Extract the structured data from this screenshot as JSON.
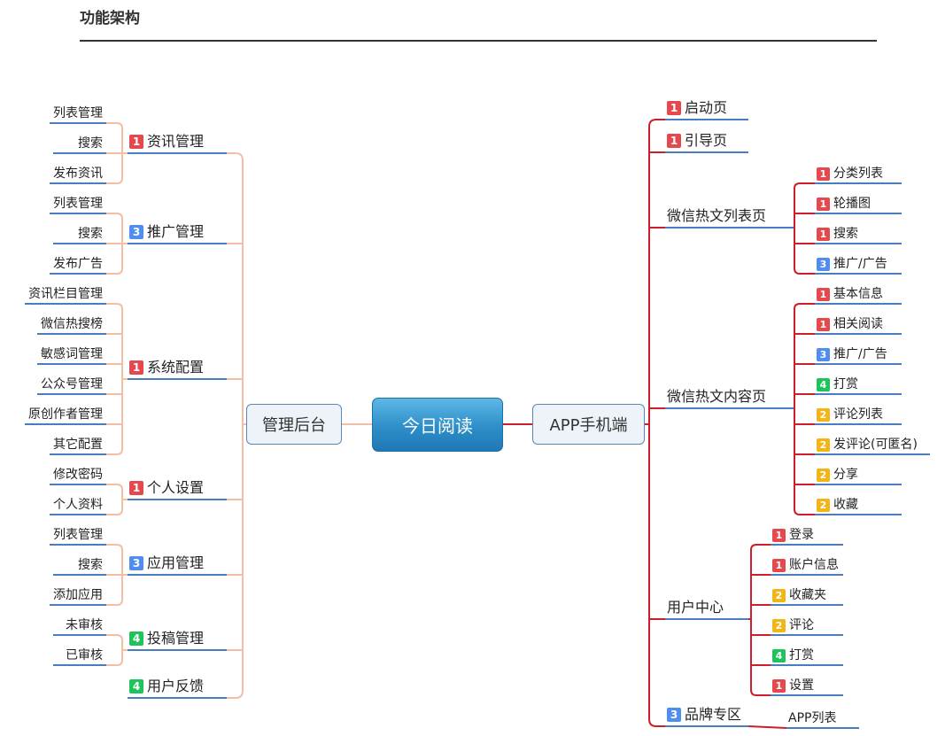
{
  "title": "功能架构",
  "colors": {
    "p1": "#e5484d",
    "p2": "#f2b516",
    "p3": "#4f8ef0",
    "p4": "#1ec45a",
    "left_line": "#f2bfa6",
    "right_line": "#cc1f2a",
    "underline": "#4a7dbf"
  },
  "center": "今日阅读",
  "left": {
    "label": "管理后台",
    "categories": [
      {
        "label": "资讯管理",
        "priority": "1",
        "items": [
          "列表管理",
          "搜索",
          "发布资讯"
        ]
      },
      {
        "label": "推广管理",
        "priority": "3",
        "items": [
          "列表管理",
          "搜索",
          "发布广告"
        ]
      },
      {
        "label": "系统配置",
        "priority": "1",
        "items": [
          "资讯栏目管理",
          "微信热搜榜",
          "敏感词管理",
          "公众号管理",
          "原创作者管理",
          "其它配置"
        ]
      },
      {
        "label": "个人设置",
        "priority": "1",
        "items": [
          "修改密码",
          "个人资料"
        ]
      },
      {
        "label": "应用管理",
        "priority": "3",
        "items": [
          "列表管理",
          "搜索",
          "添加应用"
        ]
      },
      {
        "label": "投稿管理",
        "priority": "4",
        "items": [
          "未审核",
          "已审核"
        ]
      },
      {
        "label": "用户反馈",
        "priority": "4",
        "items": []
      }
    ]
  },
  "right": {
    "label": "APP手机端",
    "categories": [
      {
        "label": "启动页",
        "priority": "1",
        "items": []
      },
      {
        "label": "引导页",
        "priority": "1",
        "items": []
      },
      {
        "label": "微信热文列表页",
        "priority": "",
        "items": [
          {
            "label": "分类列表",
            "priority": "1"
          },
          {
            "label": "轮播图",
            "priority": "1"
          },
          {
            "label": "搜索",
            "priority": "1"
          },
          {
            "label": "推广/广告",
            "priority": "3"
          }
        ]
      },
      {
        "label": "微信热文内容页",
        "priority": "",
        "items": [
          {
            "label": "基本信息",
            "priority": "1"
          },
          {
            "label": "相关阅读",
            "priority": "1"
          },
          {
            "label": "推广/广告",
            "priority": "3"
          },
          {
            "label": "打赏",
            "priority": "4"
          },
          {
            "label": "评论列表",
            "priority": "2"
          },
          {
            "label": "发评论(可匿名)",
            "priority": "2"
          },
          {
            "label": "分享",
            "priority": "2"
          },
          {
            "label": "收藏",
            "priority": "2"
          }
        ]
      },
      {
        "label": "用户中心",
        "priority": "",
        "items": [
          {
            "label": "登录",
            "priority": "1"
          },
          {
            "label": "账户信息",
            "priority": "1"
          },
          {
            "label": "收藏夹",
            "priority": "2"
          },
          {
            "label": "评论",
            "priority": "2"
          },
          {
            "label": "打赏",
            "priority": "4"
          },
          {
            "label": "设置",
            "priority": "1"
          }
        ]
      },
      {
        "label": "品牌专区",
        "priority": "3",
        "items": [
          {
            "label": "APP列表",
            "priority": ""
          }
        ]
      }
    ]
  }
}
